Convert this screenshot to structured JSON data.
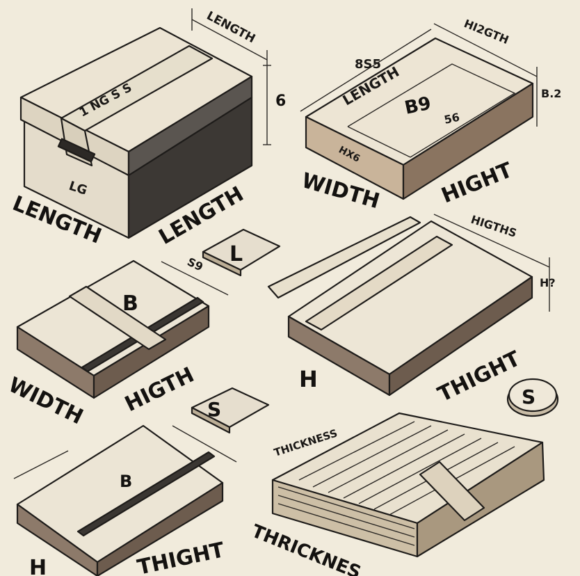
{
  "labels": {
    "box_top_length": "LENGTH",
    "box_lid_text": "1 NG S S",
    "box_side_text": "LG",
    "box_height_num": "6",
    "box_label_left": "LENGTH",
    "box_label_right": "LENGTH",
    "slab_top_dim": "HI2GTH",
    "slab_top_num": "8S5",
    "slab_inner_length": "LENGTH",
    "slab_inner_code": "B9",
    "slab_inner_num": "56",
    "slab_side_text": "HX6",
    "slab_right_num": "B.2",
    "slab_label_width": "WIDTH",
    "slab_label_hight": "HIGHT",
    "tile_l": "L",
    "book1_dim_num": "S9",
    "book1_letter": "B",
    "book1_label_width": "WIDTH",
    "book1_label_higth": "HIGTH",
    "tile_s": "S",
    "book2_dim": "HIGTHS",
    "book2_right_num": "H?",
    "book2_label_h": "H",
    "book2_label_thight": "THIGHT",
    "circle_s": "S",
    "book3_letter": "B",
    "book3_label_h": "H",
    "book3_label_thight": "THIGHT",
    "open_label_top": "THICKNESS",
    "open_label_bottom": "THRICKNES"
  }
}
